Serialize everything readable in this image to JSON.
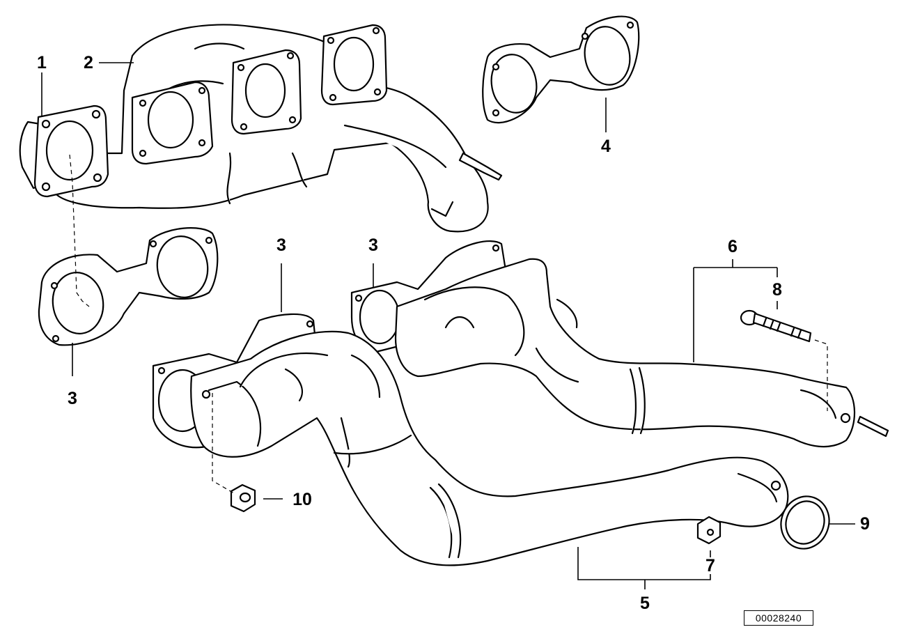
{
  "callouts": {
    "c1": "1",
    "c2": "2",
    "c3a": "3",
    "c3b": "3",
    "c3c": "3",
    "c4": "4",
    "c5": "5",
    "c6": "6",
    "c7": "7",
    "c8": "8",
    "c9": "9",
    "c10": "10"
  },
  "document_id": "00028240"
}
